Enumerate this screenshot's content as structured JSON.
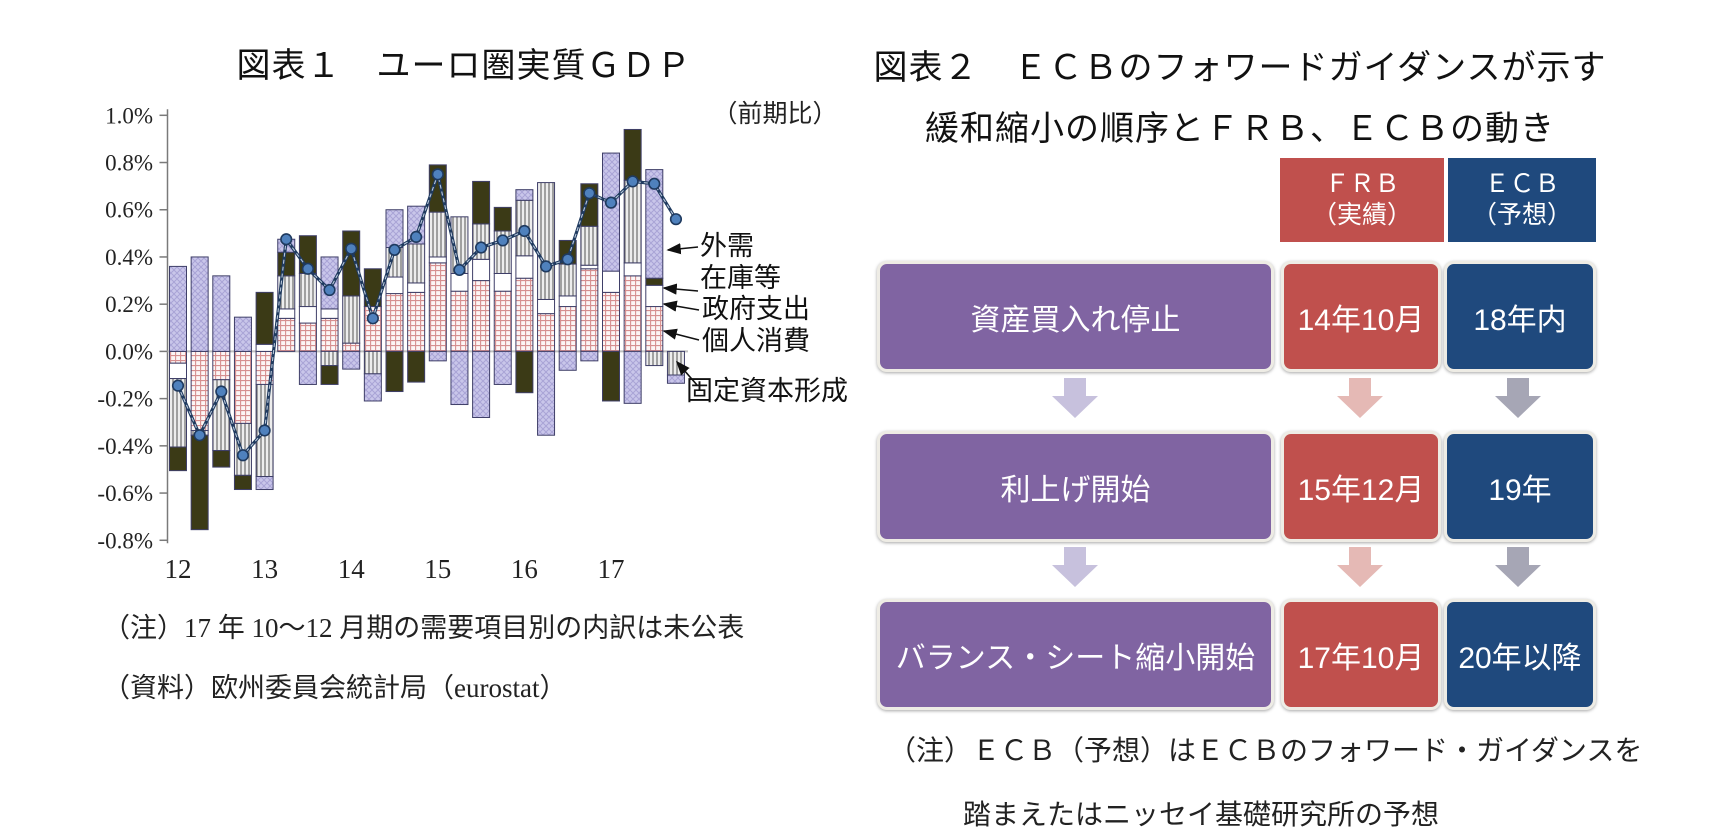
{
  "figure1": {
    "title": "図表１　ユーロ圏実質ＧＤＰ",
    "unit_note": "（前期比）",
    "note1": "（注）17 年 10～12 月期の需要項目別の内訳は未公表",
    "note2": "（資料）欧州委員会統計局（eurostat）",
    "chart_data": {
      "type": "bar",
      "subtype": "stacked-bar-with-line",
      "title": "図表１　ユーロ圏実質ＧＤＰ",
      "unit": "（前期比）",
      "ylim": [
        -0.8,
        1.0
      ],
      "ytick_step": 0.2,
      "ytick_labels": [
        "1.0%",
        "0.8%",
        "0.6%",
        "0.4%",
        "0.2%",
        "0.0%",
        "-0.2%",
        "-0.4%",
        "-0.6%",
        "-0.8%"
      ],
      "x_year_labels": [
        "12",
        "13",
        "14",
        "15",
        "16",
        "17"
      ],
      "quarters": [
        "12Q1",
        "12Q2",
        "12Q3",
        "12Q4",
        "13Q1",
        "13Q2",
        "13Q3",
        "13Q4",
        "14Q1",
        "14Q2",
        "14Q3",
        "14Q4",
        "15Q1",
        "15Q2",
        "15Q3",
        "15Q4",
        "16Q1",
        "16Q2",
        "16Q3",
        "16Q4",
        "17Q1",
        "17Q2",
        "17Q3",
        "17Q4"
      ],
      "note": "17Q4 component breakdown not published (only total line point shown)",
      "series": [
        {
          "name": "個人消費",
          "style": "red-check",
          "color": "#d68f8f",
          "values": [
            -0.05,
            -0.335,
            -0.12,
            -0.305,
            -0.14,
            0.14,
            0.12,
            0.14,
            0.035,
            0.19,
            0.245,
            0.25,
            0.375,
            0.255,
            0.3,
            0.255,
            0.31,
            0.16,
            0.19,
            0.35,
            0.25,
            0.32,
            0.19,
            0
          ]
        },
        {
          "name": "政府支出",
          "style": "white",
          "color": "#ffffff",
          "values": [
            -0.065,
            0,
            0,
            0,
            0.03,
            0.04,
            0.07,
            0.04,
            0,
            0,
            0.07,
            0.04,
            0.025,
            0.075,
            0.09,
            0.075,
            0.095,
            0.06,
            0.045,
            0.015,
            0.09,
            0.055,
            0.09,
            0
          ]
        },
        {
          "name": "固定資本形成",
          "style": "gray-vstripe",
          "color": "#6e6e6e",
          "values": [
            -0.29,
            -0.02,
            -0.3,
            -0.22,
            -0.39,
            0.14,
            0.14,
            -0.06,
            0.2,
            -0.095,
            0.125,
            0.165,
            0.19,
            0.24,
            0.15,
            0.18,
            0.235,
            0.495,
            0.135,
            0.165,
            0,
            0.35,
            -0.06,
            -0.1
          ]
        },
        {
          "name": "在庫等",
          "style": "olive-solid",
          "color": "#3b3a16",
          "values": [
            -0.1,
            -0.4,
            -0.07,
            -0.06,
            0.22,
            0.1,
            0.16,
            -0.08,
            0.275,
            0.16,
            -0.17,
            -0.13,
            0.2,
            0,
            0.18,
            0.1,
            -0.175,
            0,
            0.1,
            0.18,
            -0.21,
            0.215,
            0.03,
            0
          ]
        },
        {
          "name": "外需",
          "style": "lavender-hatch",
          "color": "#c9c6ea",
          "values": [
            0.36,
            0.4,
            0.32,
            0.145,
            -0.055,
            0.055,
            -0.14,
            0.22,
            -0.075,
            -0.115,
            0.16,
            0.16,
            -0.04,
            -0.225,
            -0.28,
            -0.14,
            0.045,
            -0.355,
            -0.08,
            -0.04,
            0.5,
            -0.22,
            0.46,
            -0.035
          ]
        }
      ],
      "line": {
        "name": "実質ＧＤＰ前期比",
        "color": "#1f3a5f",
        "marker_color": "#4f81bd",
        "values": [
          -0.145,
          -0.355,
          -0.17,
          -0.44,
          -0.335,
          0.475,
          0.35,
          0.26,
          0.435,
          0.14,
          0.43,
          0.485,
          0.75,
          0.345,
          0.44,
          0.47,
          0.51,
          0.36,
          0.39,
          0.67,
          0.63,
          0.72,
          0.71,
          0.56
        ]
      },
      "legend_labels": [
        "外需",
        "在庫等",
        "政府支出",
        "個人消費",
        "固定資本形成"
      ],
      "colors": {
        "bar_border": "#3f3f68",
        "zero_line": "#c0c0c0",
        "axis": "#7a7a7a",
        "cons_line": "#d68f8f",
        "cons_bg": "#fcf5f5",
        "fixed_line": "#6e6e6e",
        "fixed_bg": "#ededed",
        "ext_bg": "#c9c6ea",
        "ext_hatch": "#a9a4d6",
        "inv": "#3b3a16",
        "gov": "#ffffff"
      }
    }
  },
  "figure2": {
    "title_line1": "図表２　ＥＣＢのフォワードガイダンスが示す",
    "title_line2": "緩和縮小の順序とＦＲＢ、ＥＣＢの動き",
    "headers": [
      {
        "label": "ＦＲＢ",
        "sub": "（実績）",
        "color": "#c0504d"
      },
      {
        "label": "ＥＣＢ",
        "sub": "（予想）",
        "color": "#1f497d"
      }
    ],
    "rows": [
      {
        "step": "資産買入れ停止",
        "frb": "14年10月",
        "ecb": "18年内"
      },
      {
        "step": "利上げ開始",
        "frb": "15年12月",
        "ecb": "19年"
      },
      {
        "step": "バランス・シート縮小開始",
        "frb": "17年10月",
        "ecb": "20年以降"
      }
    ],
    "colors": {
      "step_box": "#8064a2",
      "frb_box": "#c0504d",
      "ecb_box": "#1f497d",
      "arrow_step": "#c7c1dd",
      "arrow_frb": "#e5b9b5",
      "arrow_ecb": "#a6a6b5"
    },
    "note_line1": "（注）ＥＣＢ（予想）はＥＣＢのフォワード・ガイダンスを",
    "note_line2": "踏まえたはニッセイ基礎研究所の予想"
  }
}
